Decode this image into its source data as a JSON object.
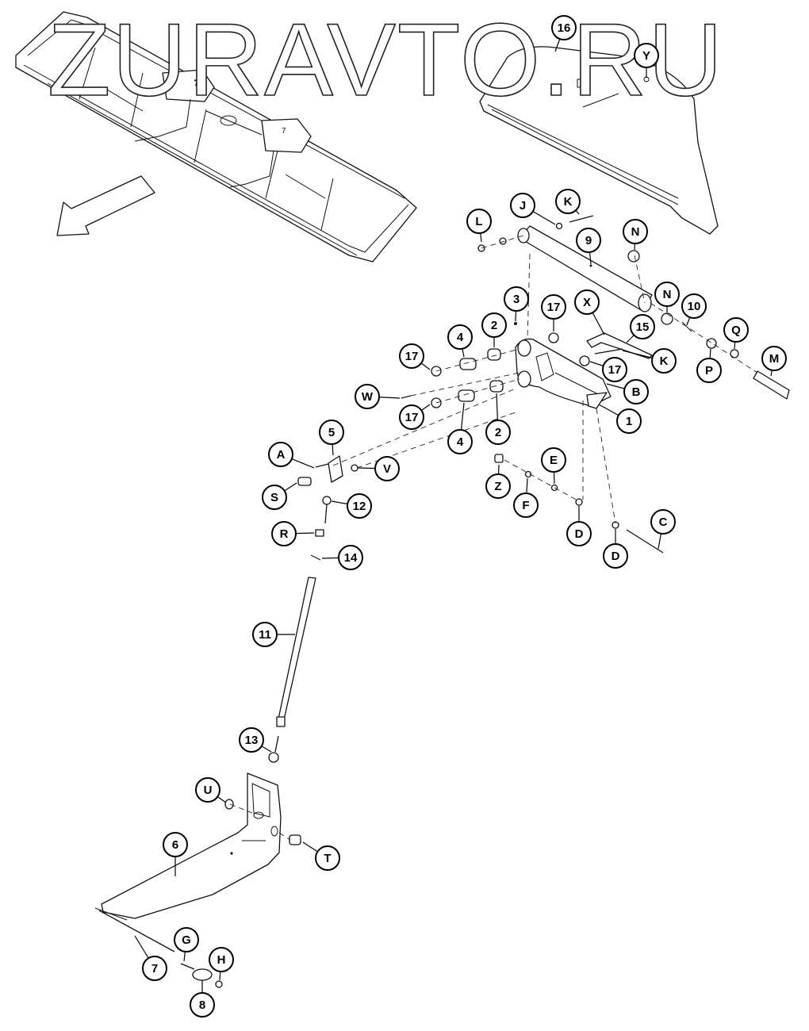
{
  "watermark": "ZURAVTO.RU",
  "header_code": "",
  "callouts": [
    {
      "label": "16",
      "name": "16"
    },
    {
      "label": "Y",
      "name": "Y"
    },
    {
      "label": "K",
      "name": "K-top"
    },
    {
      "label": "J",
      "name": "J"
    },
    {
      "label": "L",
      "name": "L"
    },
    {
      "label": "9",
      "name": "9"
    },
    {
      "label": "N",
      "name": "N-top"
    },
    {
      "label": "N",
      "name": "N-mid"
    },
    {
      "label": "10",
      "name": "10"
    },
    {
      "label": "Q",
      "name": "Q"
    },
    {
      "label": "M",
      "name": "M"
    },
    {
      "label": "P",
      "name": "P"
    },
    {
      "label": "3",
      "name": "3"
    },
    {
      "label": "17",
      "name": "17-a"
    },
    {
      "label": "X",
      "name": "X"
    },
    {
      "label": "15",
      "name": "15"
    },
    {
      "label": "K",
      "name": "K-mid"
    },
    {
      "label": "17",
      "name": "17-b"
    },
    {
      "label": "B",
      "name": "B"
    },
    {
      "label": "1",
      "name": "1"
    },
    {
      "label": "4",
      "name": "4-top"
    },
    {
      "label": "2",
      "name": "2-top"
    },
    {
      "label": "17",
      "name": "17-c"
    },
    {
      "label": "W",
      "name": "W"
    },
    {
      "label": "17",
      "name": "17-d"
    },
    {
      "label": "4",
      "name": "4-bottom"
    },
    {
      "label": "2",
      "name": "2-bottom"
    },
    {
      "label": "5",
      "name": "5"
    },
    {
      "label": "A",
      "name": "A"
    },
    {
      "label": "V",
      "name": "V"
    },
    {
      "label": "S",
      "name": "S"
    },
    {
      "label": "12",
      "name": "12"
    },
    {
      "label": "R",
      "name": "R"
    },
    {
      "label": "14",
      "name": "14"
    },
    {
      "label": "Z",
      "name": "Z"
    },
    {
      "label": "E",
      "name": "E"
    },
    {
      "label": "F",
      "name": "F"
    },
    {
      "label": "D",
      "name": "D-left"
    },
    {
      "label": "C",
      "name": "C"
    },
    {
      "label": "D",
      "name": "D-right"
    },
    {
      "label": "11",
      "name": "11"
    },
    {
      "label": "13",
      "name": "13"
    },
    {
      "label": "U",
      "name": "U"
    },
    {
      "label": "6",
      "name": "6"
    },
    {
      "label": "T",
      "name": "T"
    },
    {
      "label": "G",
      "name": "G"
    },
    {
      "label": "H",
      "name": "H"
    },
    {
      "label": "7",
      "name": "7"
    },
    {
      "label": "8",
      "name": "8"
    }
  ]
}
